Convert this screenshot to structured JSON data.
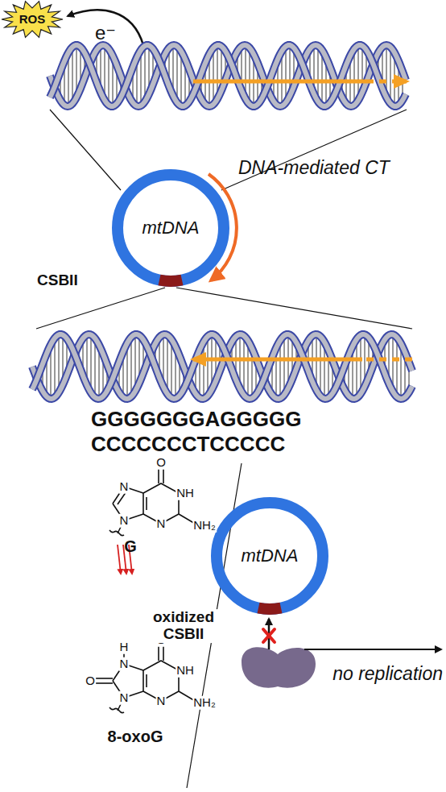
{
  "diagram": {
    "nodes": [
      {
        "text": [
          "ROS"
        ]
      },
      {
        "text": [
          "mtDNA"
        ]
      },
      {
        "text": [
          "mtDNA"
        ]
      }
    ],
    "labels": [
      "e⁻",
      "DNA-mediated CT",
      "CSBII",
      "GGGGGGGAGGGGG",
      "CCCCCCCTCCCCC",
      "N",
      "O",
      "NH",
      "N",
      "N",
      "NH₂",
      "G",
      "H",
      "N",
      "O",
      "O",
      "NH",
      "N",
      "N",
      "NH₂",
      "8-oxoG",
      "oxidized CSBII",
      "no replication"
    ]
  }
}
